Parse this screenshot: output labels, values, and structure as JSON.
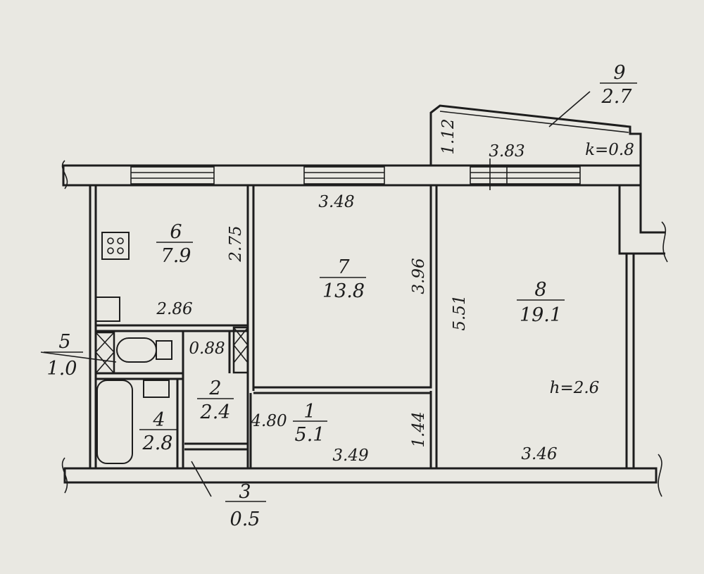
{
  "rooms": [
    {
      "id": "r1",
      "number": "1",
      "area": "5.1"
    },
    {
      "id": "r2",
      "number": "2",
      "area": "2.4"
    },
    {
      "id": "r3",
      "number": "3",
      "area": "0.5"
    },
    {
      "id": "r4",
      "number": "4",
      "area": "2.8"
    },
    {
      "id": "r5",
      "number": "5",
      "area": "1.0"
    },
    {
      "id": "r6",
      "number": "6",
      "area": "7.9"
    },
    {
      "id": "r7",
      "number": "7",
      "area": "13.8"
    },
    {
      "id": "r8",
      "number": "8",
      "area": "19.1"
    },
    {
      "id": "r9",
      "number": "9",
      "area": "2.7"
    }
  ],
  "dimensions": {
    "d_3_48": "3.48",
    "d_2_75": "2.75",
    "d_2_86": "2.86",
    "d_3_96": "3.96",
    "d_5_51": "5.51",
    "d_3_83": "3.83",
    "d_1_12": "1.12",
    "d_0_88": "0.88",
    "d_4_80": "4.80",
    "d_1_44": "1.44",
    "d_3_49": "3.49",
    "d_3_46": "3.46"
  },
  "annotations": {
    "coefficient": "k=0.8",
    "height": "h=2.6"
  },
  "colors": {
    "paper": "#e9e8e2",
    "ink": "#1d1d1d"
  }
}
